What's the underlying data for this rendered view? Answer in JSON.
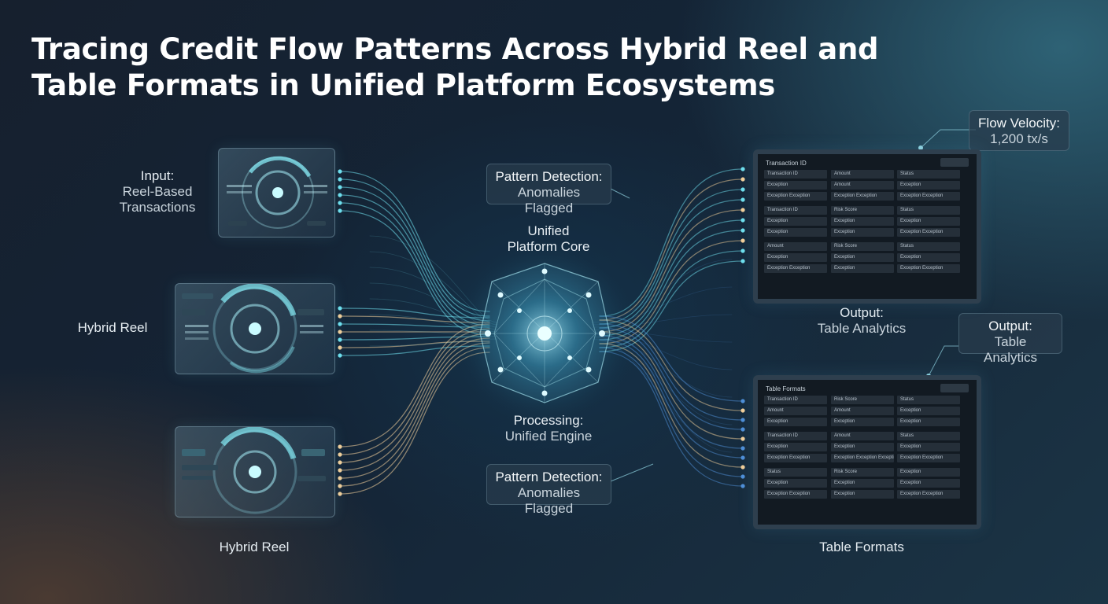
{
  "title": {
    "line1": "Tracing Credit Flow Patterns Across Hybrid Reel and",
    "line2": "Table Formats in Unified Platform Ecosystems"
  },
  "labels": {
    "input": {
      "heading": "Input:",
      "line1": "Reel-Based",
      "line2": "Transactions"
    },
    "hybrid_reel_1": "Hybrid Reel",
    "hybrid_reel_2": "Hybrid Reel",
    "core": {
      "line1": "Unified",
      "line2": "Platform Core"
    },
    "processing": {
      "heading": "Processing:",
      "sub": "Unified Engine"
    },
    "output_table_analytics": {
      "heading": "Output:",
      "sub": "Table Analytics"
    },
    "table_formats": "Table Formats"
  },
  "callouts": {
    "pattern_top": {
      "heading": "Pattern Detection:",
      "sub": "Anomalies Flagged"
    },
    "pattern_bottom": {
      "heading": "Pattern Detection:",
      "sub": "Anomalies Flagged"
    },
    "flow_velocity": {
      "heading": "Flow Velocity:",
      "sub": "1,200 tx/s"
    },
    "output_right": {
      "heading": "Output:",
      "sub": "Table Analytics"
    }
  },
  "panels": {
    "top": {
      "title": "Transaction ID",
      "cells": [
        [
          "Transaction ID",
          "Amount",
          "Status"
        ],
        [
          "Exception",
          "Amount",
          "Exception"
        ],
        [
          "Exception Exception",
          "Exception Exception",
          "Exception Exception"
        ],
        [
          "Transaction ID",
          "Risk Score",
          "Status"
        ],
        [
          "Exception",
          "Exception",
          "Exception"
        ],
        [
          "Exception",
          "Exception",
          "Exception Exception"
        ],
        [
          "Amount",
          "Risk Score",
          "Status"
        ],
        [
          "Exception",
          "Exception",
          "Exception"
        ],
        [
          "Exception Exception",
          "Exception",
          "Exception Exception"
        ]
      ]
    },
    "bottom": {
      "title": "Table Formats",
      "cells": [
        [
          "Transaction ID",
          "Risk Score",
          "Status"
        ],
        [
          "Amount",
          "Amount",
          "Exception"
        ],
        [
          "Exception",
          "Exception",
          "Exception"
        ],
        [
          "Transaction ID",
          "Amount",
          "Status"
        ],
        [
          "Exception",
          "Exception",
          "Exception"
        ],
        [
          "Exception Exception",
          "Exception Exception Exception",
          "Exception Exception"
        ],
        [
          "Status",
          "Risk Score",
          "Exception"
        ],
        [
          "Exception",
          "Exception",
          "Exception"
        ],
        [
          "Exception Exception",
          "Exception",
          "Exception Exception"
        ]
      ]
    }
  },
  "colors": {
    "cyan": "#6fe0ee",
    "warm": "#f2cf9a",
    "blue": "#4f8fd8"
  }
}
